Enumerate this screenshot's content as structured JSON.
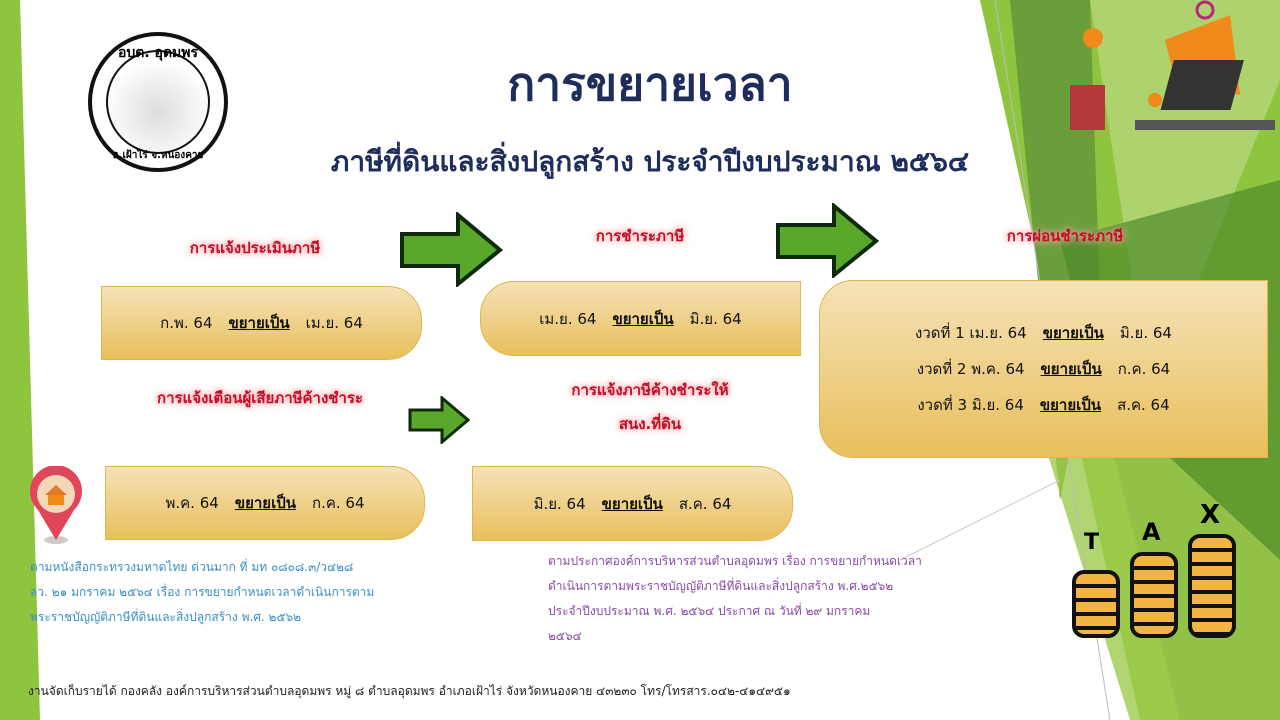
{
  "logo": {
    "top_text": "อบต. อุดมพร",
    "bottom_text": "อ.เฝ้าไร่ จ.หนองคาย"
  },
  "title": "การขยายเวลา",
  "subtitle": "ภาษีที่ดินและสิ่งปลูกสร้าง   ประจำปีงบประมาณ ๒๕๖๔",
  "extend_word": "ขยายเป็น",
  "sections": {
    "assessment": {
      "label": "การแจ้งประเมินภาษี",
      "from": "ก.พ. 64",
      "to": "เม.ย. 64"
    },
    "payment": {
      "label": "การชำระภาษี",
      "from": "เม.ย. 64",
      "to": "มิ.ย. 64"
    },
    "installment": {
      "label": "การผ่อนชำระภาษี",
      "rows": [
        {
          "prefix": "งวดที่ 1",
          "from": "เม.ย. 64",
          "to": "มิ.ย. 64"
        },
        {
          "prefix": "งวดที่ 2",
          "from": "พ.ค. 64",
          "to": "ก.ค. 64"
        },
        {
          "prefix": "งวดที่ 3",
          "from": "มิ.ย. 64",
          "to": "ส.ค. 64"
        }
      ]
    },
    "reminder": {
      "label": "การแจ้งเตือนผู้เสียภาษีค้างชำระ",
      "from": "พ.ค. 64",
      "to": "ก.ค. 64"
    },
    "land_office": {
      "label_1": "การแจ้งภาษีค้างชำระให้",
      "label_2": "สนง.ที่ดิน",
      "from": "มิ.ย. 64",
      "to": "ส.ค. 64"
    }
  },
  "notes": {
    "ministry": [
      "ตามหนังสือกระทรวงมหาดไทย ด่วนมาก ที่ มท ๐๘๐๘.๓/ว๔๒๘",
      "ลว. ๒๑ มกราคม ๒๕๖๔  เรื่อง การขยายกำหนดเวลาดำเนินการตาม",
      "พระราชบัญญัติภาษีที่ดินและสิ่งปลูกสร้าง  พ.ศ. ๒๕๖๒"
    ],
    "sao": [
      "ตามประกาศองค์การบริหารส่วนตำบลอุดมพร เรื่อง การขยายกำหนดเวลา",
      "ดำเนินการตามพระราชบัญญัติภาษีที่ดินและสิ่งปลูกสร้าง พ.ศ.๒๕๖๒",
      "ประจำปีงบประมาณ พ.ศ. ๒๕๖๔ ประกาศ ณ วันที่ ๒๙ มกราคม",
      "๒๕๖๔"
    ]
  },
  "footer": "งานจัดเก็บรายได้ กองคลัง  องค์การบริหารส่วนตำบลอุดมพร หมู่ ๘ ตำบลอุดมพร อำเภอเฝ้าไร่ จังหวัดหนองคาย  ๔๓๒๓๐ โทร/โทรสาร.๐๔๒-๔๑๔๙๕๑",
  "tax_letters": [
    "T",
    "A",
    "X"
  ],
  "colors": {
    "title": "#1f2d5c",
    "label": "#c0102a",
    "green": "#5aa82a",
    "ministry_note": "#3a8fc4",
    "sao_note": "#8a4aa8"
  }
}
